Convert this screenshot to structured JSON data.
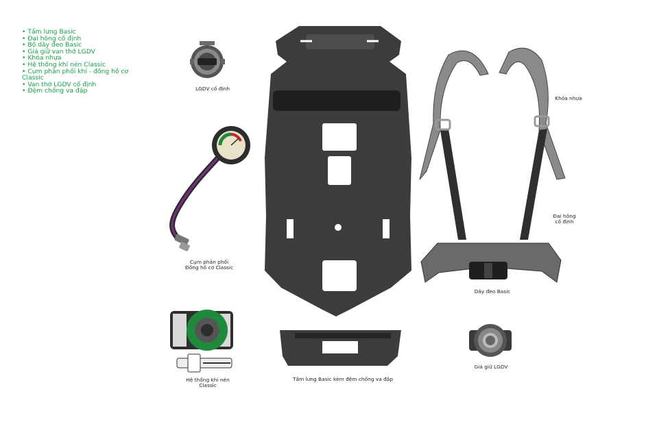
{
  "legend": {
    "items": [
      "Tấm lưng Basic",
      "Đai hông cố định",
      "Bộ dây đeo Basic",
      "Giá giữ van thở LGDV",
      "Khóa nhựa",
      "Hệ thống khí nén Classic",
      "Cụm phân phối khí - đồng hồ cơ Classic",
      "Van thở LGDV cố định",
      "Đệm chống va đập"
    ],
    "color": "#16a34a"
  },
  "captions": {
    "lgdv": "LGDV cố định",
    "manifold_line1": "Cụm phân phối",
    "manifold_line2": "Đồng hồ cơ Classic",
    "pneumatic_line1": "Hệ thống khí nén",
    "pneumatic_line2": "Classic",
    "backplate": "Tấm lưng Basic kèm đệm chống va đập",
    "buckle": "Khóa nhựa",
    "waist_line1": "Đai hông",
    "waist_line2": "cố định",
    "harness": "Dây đeo Basic",
    "holder": "Giá giữ LGDV"
  },
  "colors": {
    "plate": "#3c3c3c",
    "strap": "#6a6a6a",
    "hose": "#6b2d6f",
    "gauge_green": "#1f8a3b"
  },
  "icons": [
    "lgdv-valve-icon",
    "pressure-gauge-icon",
    "pneumatic-valve-icon",
    "backplate-icon",
    "shoulder-harness-icon",
    "waist-belt-icon",
    "lgdv-holder-icon",
    "impact-pad-icon"
  ]
}
